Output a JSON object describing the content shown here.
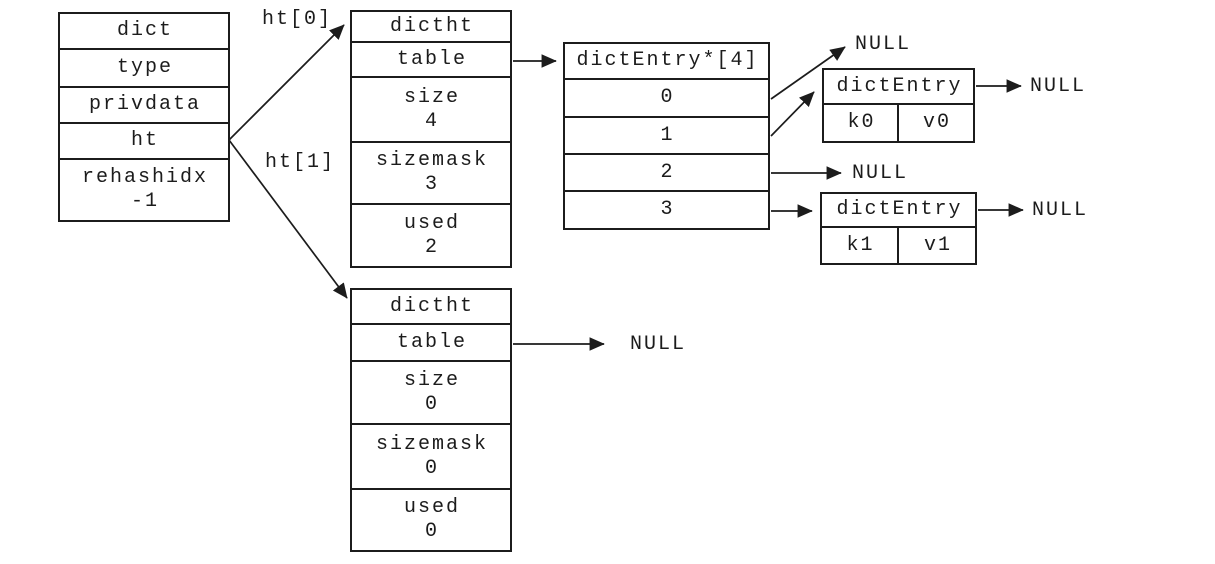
{
  "colors": {
    "background": "#ffffff",
    "line": "#1c1c1c",
    "text": "#1c1c1c"
  },
  "dict_struct": {
    "cells": [
      {
        "label": "dict"
      },
      {
        "label": "type"
      },
      {
        "label": "privdata"
      },
      {
        "label": "ht"
      },
      {
        "label": "rehashidx",
        "value": "-1"
      }
    ]
  },
  "ht0": {
    "cells": [
      {
        "label": "dictht"
      },
      {
        "label": "table"
      },
      {
        "label": "size",
        "value": "4"
      },
      {
        "label": "sizemask",
        "value": "3"
      },
      {
        "label": "used",
        "value": "2"
      }
    ]
  },
  "ht1": {
    "cells": [
      {
        "label": "dictht"
      },
      {
        "label": "table"
      },
      {
        "label": "size",
        "value": "0"
      },
      {
        "label": "sizemask",
        "value": "0"
      },
      {
        "label": "used",
        "value": "0"
      }
    ]
  },
  "bucket_array": {
    "header": "dictEntry*[4]",
    "slots": [
      "0",
      "1",
      "2",
      "3"
    ]
  },
  "entry0": {
    "title": "dictEntry",
    "key": "k0",
    "value": "v0"
  },
  "entry1": {
    "title": "dictEntry",
    "key": "k1",
    "value": "v1"
  },
  "labels": {
    "ht0_pointer": "ht[0]",
    "ht1_pointer": "ht[1]",
    "null_slot0": "NULL",
    "null_entry0_next": "NULL",
    "null_slot2": "NULL",
    "null_entry1_next": "NULL",
    "null_ht1_table": "NULL"
  }
}
